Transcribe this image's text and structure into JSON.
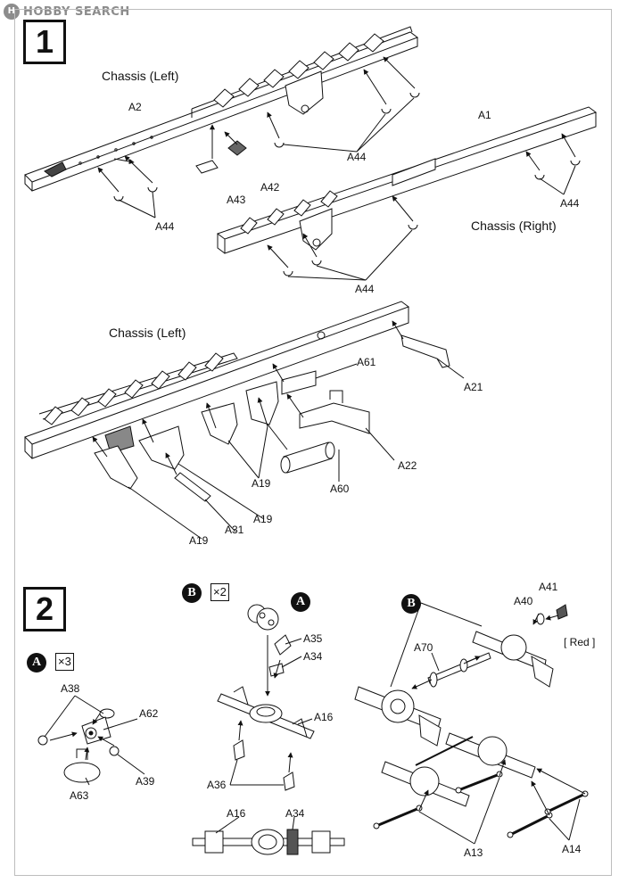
{
  "watermark": {
    "logo": "H",
    "text": "HOBBY SEARCH"
  },
  "step1": {
    "number": "1",
    "titles": {
      "chassis_left_top": "Chassis (Left)",
      "chassis_right": "Chassis (Right)",
      "chassis_left_bottom": "Chassis (Left)"
    },
    "parts": {
      "a2": "A2",
      "a1": "A1",
      "a44_mid": "A44",
      "a44_left": "A44",
      "a44_right": "A44",
      "a44_bottom": "A44",
      "a43": "A43",
      "a42": "A42",
      "a61": "A61",
      "a21": "A21",
      "a22": "A22",
      "a60": "A60",
      "a19_mid": "A19",
      "a19_right": "A19",
      "a19_left": "A19",
      "a31": "A31"
    }
  },
  "step2": {
    "number": "2",
    "sub_a": {
      "marker": "A",
      "count": "×3"
    },
    "sub_b": {
      "marker": "B",
      "count": "×2"
    },
    "marker_a_ref": "A",
    "marker_b_ref": "B",
    "parts": {
      "a38": "A38",
      "a62": "A62",
      "a39": "A39",
      "a63": "A63",
      "a35": "A35",
      "a34": "A34",
      "a16": "A16",
      "a36": "A36",
      "a16_b": "A16",
      "a34_b": "A34",
      "a41": "A41",
      "a40": "A40",
      "red": "[ Red ]",
      "a70": "A70",
      "a13": "A13",
      "a14": "A14"
    }
  }
}
